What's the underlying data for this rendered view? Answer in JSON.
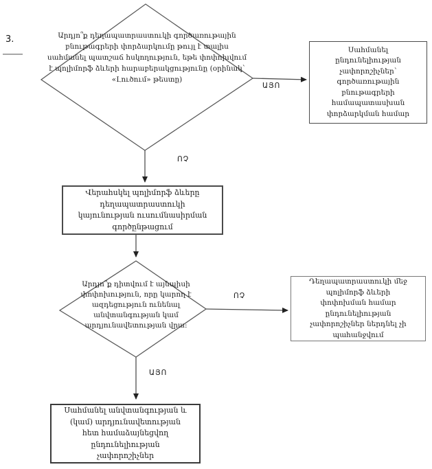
{
  "figure_label": "3.",
  "colors": {
    "background": "#ffffff",
    "line": "#4d4d4d",
    "arrowhead": "#222222",
    "text": "#1c1c1c"
  },
  "edge_labels": {
    "yes_1": "ԱՅՈ",
    "no_1": "ՈՉ",
    "no_2": "ՈՉ",
    "yes_2": "ԱՅՈ"
  },
  "flowchart": {
    "decision1": {
      "text": "Արդյո՞ք դեղապատրաստուկի գործառութային բնութագրերի փորձարկումը թույլ է տալիս սահմանել պատշաճ հսկողություն, եթե փոփոխվում է պոլիմորֆ ձևերի հարաբերակցությունը (օրինակ՝ «Լուծում» թեստը)"
    },
    "box_define_criteria": {
      "text": "Սահմանել ընդունելիության չափորոշիչներ՝ գործառութային բնութագրերի համապատասխան փորձարկման համար"
    },
    "box_monitor": {
      "text": "Վերահսկել պոլիմորֆ ձևերը դեղապատրաստուկի կայունության ուսումնասիրման գործընթացում"
    },
    "decision2": {
      "text": "Արդյո՞ք դիտվում է այնպիսի փոփոխություն, որը կարող է ազդեցություն ունենալ անվտանգության կամ արդյունավետության վրա:"
    },
    "box_no_criteria": {
      "text": "Դեղապատրաստուկի մեջ պոլիմորֆ ձևերի փոփոխման համար ընդունելիության չափորոշիչներ ներդնել չի պահանջվում"
    },
    "box_final": {
      "text": "Սահմանել անվտանգության և (կամ) արդյունավետության հետ համաձայնեցվող ընդունելիության չափորոշիչներ"
    }
  }
}
